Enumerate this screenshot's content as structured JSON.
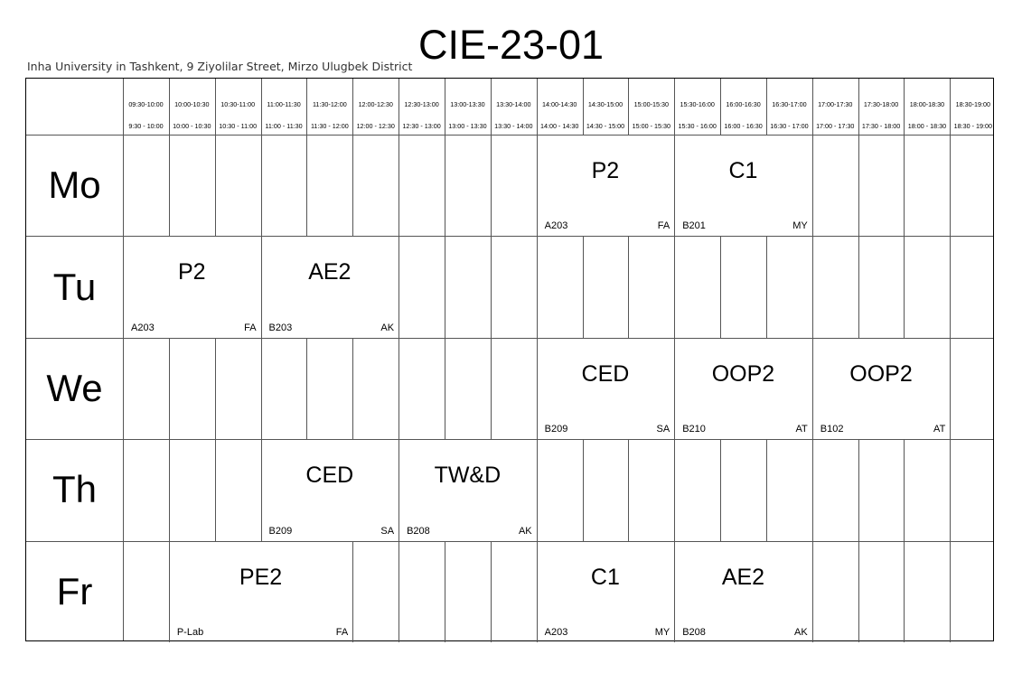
{
  "header": {
    "title": "CIE-23-01",
    "subtitle": "Inha University in Tashkent, 9 Ziyolilar Street, Mirzo Ulugbek District"
  },
  "slots": [
    {
      "label": "09:30-10:00",
      "sub": "9:30 - 10:00"
    },
    {
      "label": "10:00-10:30",
      "sub": "10:00 - 10:30"
    },
    {
      "label": "10:30-11:00",
      "sub": "10:30 - 11:00"
    },
    {
      "label": "11:00-11:30",
      "sub": "11:00 - 11:30"
    },
    {
      "label": "11:30-12:00",
      "sub": "11:30 - 12:00"
    },
    {
      "label": "12:00-12:30",
      "sub": "12:00 - 12:30"
    },
    {
      "label": "12:30-13:00",
      "sub": "12:30 - 13:00"
    },
    {
      "label": "13:00-13:30",
      "sub": "13:00 - 13:30"
    },
    {
      "label": "13:30-14:00",
      "sub": "13:30 - 14:00"
    },
    {
      "label": "14:00-14:30",
      "sub": "14:00 - 14:30"
    },
    {
      "label": "14:30-15:00",
      "sub": "14:30 - 15:00"
    },
    {
      "label": "15:00-15:30",
      "sub": "15:00 - 15:30"
    },
    {
      "label": "15:30-16:00",
      "sub": "15:30 - 16:00"
    },
    {
      "label": "16:00-16:30",
      "sub": "16:00 - 16:30"
    },
    {
      "label": "16:30-17:00",
      "sub": "16:30 - 17:00"
    },
    {
      "label": "17:00-17:30",
      "sub": "17:00 - 17:30"
    },
    {
      "label": "17:30-18:00",
      "sub": "17:30 - 18:00"
    },
    {
      "label": "18:00-18:30",
      "sub": "18:00 - 18:30"
    },
    {
      "label": "18:30-19:00",
      "sub": "18:30 - 19:00"
    }
  ],
  "days": [
    {
      "name": "Mo",
      "lessons": [
        {
          "start": "14:00",
          "end": "15:30",
          "subject": "P2",
          "room": "A203",
          "teacher": "FA"
        },
        {
          "start": "15:30",
          "end": "17:00",
          "subject": "C1",
          "room": "B201",
          "teacher": "MY"
        }
      ]
    },
    {
      "name": "Tu",
      "lessons": [
        {
          "start": "09:30",
          "end": "11:00",
          "subject": "P2",
          "room": "A203",
          "teacher": "FA"
        },
        {
          "start": "11:00",
          "end": "12:30",
          "subject": "AE2",
          "room": "B203",
          "teacher": "AK"
        }
      ]
    },
    {
      "name": "We",
      "lessons": [
        {
          "start": "14:00",
          "end": "15:30",
          "subject": "CED",
          "room": "B209",
          "teacher": "SA"
        },
        {
          "start": "15:30",
          "end": "17:00",
          "subject": "OOP2",
          "room": "B210",
          "teacher": "AT"
        },
        {
          "start": "17:00",
          "end": "18:30",
          "subject": "OOP2",
          "room": "B102",
          "teacher": "AT"
        }
      ]
    },
    {
      "name": "Th",
      "lessons": [
        {
          "start": "11:00",
          "end": "12:30",
          "subject": "CED",
          "room": "B209",
          "teacher": "SA"
        },
        {
          "start": "12:30",
          "end": "14:00",
          "subject": "TW&D",
          "room": "B208",
          "teacher": "AK"
        }
      ]
    },
    {
      "name": "Fr",
      "lessons": [
        {
          "start": "10:00",
          "end": "12:00",
          "subject": "PE2",
          "room": "P-Lab",
          "teacher": "FA"
        },
        {
          "start": "14:00",
          "end": "15:30",
          "subject": "C1",
          "room": "A203",
          "teacher": "MY"
        },
        {
          "start": "15:30",
          "end": "17:00",
          "subject": "AE2",
          "room": "B208",
          "teacher": "AK"
        }
      ]
    }
  ]
}
